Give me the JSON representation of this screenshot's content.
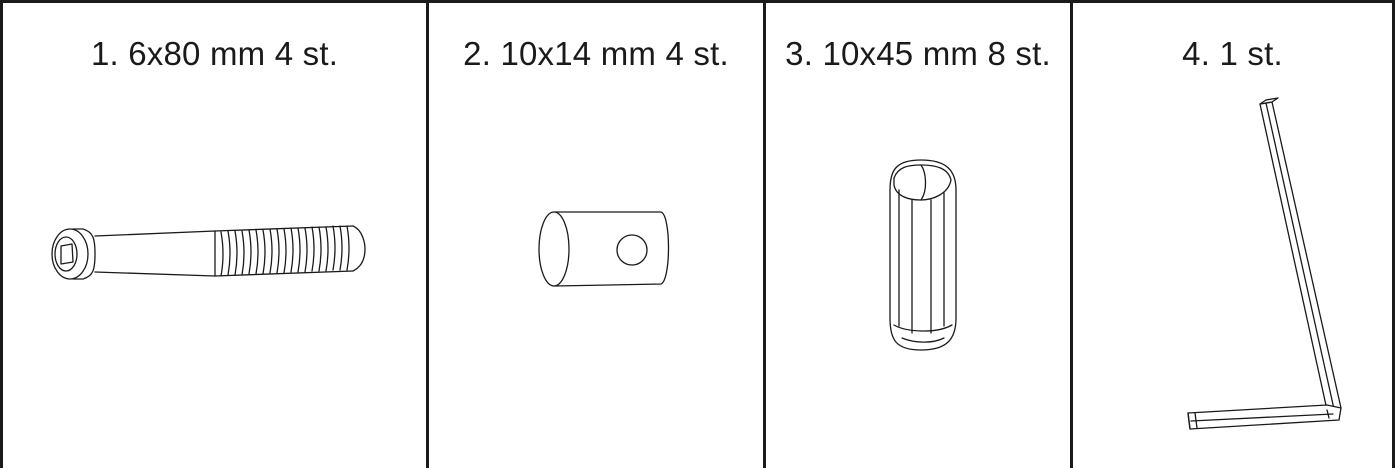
{
  "parts": [
    {
      "label": "1. 6x80 mm 4 st.",
      "icon": "long-screw-icon"
    },
    {
      "label": "2. 10x14 mm 4 st.",
      "icon": "barrel-nut-icon"
    },
    {
      "label": "3. 10x45 mm 8 st.",
      "icon": "wooden-dowel-icon"
    },
    {
      "label": "4. 1 st.",
      "icon": "allen-key-icon"
    }
  ]
}
